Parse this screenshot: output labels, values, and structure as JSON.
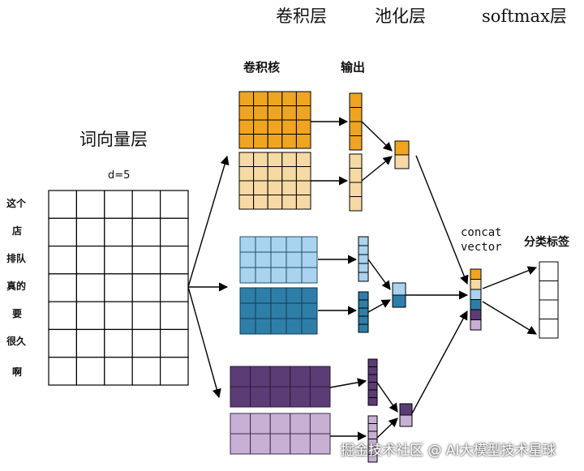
{
  "titles": {
    "conv_layer": "卷积层",
    "pool_layer": "池化层",
    "softmax_layer": "softmax层",
    "embedding_layer": "词向量层",
    "conv_kernel": "卷积核",
    "output": "输出",
    "dimension": "d=5",
    "concat_line1": "concat",
    "concat_line2": "vector",
    "class_label": "分类标签"
  },
  "sentence_words": [
    "这个",
    "店",
    "排队",
    "真的",
    "要",
    "很久",
    "啊"
  ],
  "colors": {
    "orange_dark": "#EFA521",
    "orange_light": "#F6D9A3",
    "blue_light": "#A9D3EE",
    "blue_dark": "#2E7EA8",
    "purple_dark": "#5C3C74",
    "purple_light": "#C7B0D4",
    "grid_line": "#000000"
  },
  "watermark": "掘金技术社区 @ AI大模型技术星球"
}
